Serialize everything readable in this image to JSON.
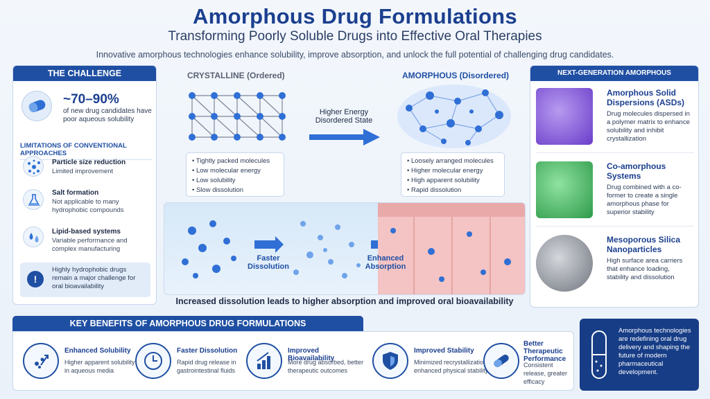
{
  "header": {
    "title": "Amorphous Drug Formulations",
    "subtitle": "Transforming Poorly Soluble Drugs into Effective Oral Therapies",
    "tagline": "Innovative amorphous technologies enhance solubility, improve absorption, and unlock the full potential of challenging drug candidates."
  },
  "challenge": {
    "heading": "THE CHALLENGE",
    "stat": "~70–90%",
    "stat_desc": "of new drug candidates have poor aqueous solubility",
    "limits_heading": "LIMITATIONS OF CONVENTIONAL APPROACHES",
    "limits": [
      {
        "title": "Particle size reduction",
        "desc": "Limited improvement",
        "icon": "particles-icon"
      },
      {
        "title": "Salt formation",
        "desc": "Not applicable to many hydrophobic compounds",
        "icon": "flask-icon"
      },
      {
        "title": "Lipid-based systems",
        "desc": "Variable performance and complex manufacturing",
        "icon": "droplets-icon"
      }
    ],
    "note": "Highly hydrophobic drugs remain a major challenge for oral bioavailability"
  },
  "states": {
    "crystalline_label": "CRYSTALLINE (Ordered)",
    "amorphous_label": "AMORPHOUS (Disordered)",
    "arrow_label": "Higher Energy Disordered State",
    "crystalline_props": [
      "Tightly packed molecules",
      "Low molecular energy",
      "Low solubility",
      "Slow dissolution"
    ],
    "amorphous_props": [
      "Loosely arranged molecules",
      "Higher molecular energy",
      "High apparent solubility",
      "Rapid dissolution"
    ]
  },
  "process": {
    "stage1": "Faster Dissolution",
    "stage2": "Enhanced Absorption",
    "caption": "Increased dissolution leads to higher absorption and improved oral bioavailability"
  },
  "technologies": {
    "heading": "NEXT-GENERATION AMORPHOUS TECHNOLOGIES",
    "items": [
      {
        "title": "Amorphous Solid Dispersions (ASDs)",
        "desc": "Drug molecules dispersed in a polymer matrix to enhance solubility and inhibit crystallization",
        "color": "#7b4fd6"
      },
      {
        "title": "Co-amorphous Systems",
        "desc": "Drug combined with a co-former to create a single amorphous phase for superior stability",
        "color": "#3fb35a"
      },
      {
        "title": "Mesoporous Silica Nanoparticles",
        "desc": "High surface area carriers that enhance loading, stability and dissolution",
        "color": "#8a8f99"
      }
    ]
  },
  "benefits": {
    "heading": "KEY BENEFITS OF AMORPHOUS DRUG FORMULATIONS",
    "items": [
      {
        "title": "Enhanced Solubility",
        "desc": "Higher apparent solubility in aqueous media",
        "icon": "solubility-icon"
      },
      {
        "title": "Faster Dissolution",
        "desc": "Rapid drug release in gastrointestinal fluids",
        "icon": "clock-icon"
      },
      {
        "title": "Improved Bioavailability",
        "desc": "More drug absorbed, better therapeutic outcomes",
        "icon": "bar-chart-icon"
      },
      {
        "title": "Improved Stability",
        "desc": "Minimized recrystallization, enhanced physical stability",
        "icon": "shield-icon"
      },
      {
        "title": "Better Therapeutic Performance",
        "desc": "Consistent release, greater efficacy",
        "icon": "capsule-icon"
      }
    ],
    "closing": "Amorphous technologies are redefining oral drug delivery and shaping the future of modern pharmaceutical development."
  },
  "colors": {
    "primary": "#1f4fa3",
    "dark": "#173d86",
    "molecule": "#2f6fd6",
    "cell": "#f2b8b8"
  }
}
